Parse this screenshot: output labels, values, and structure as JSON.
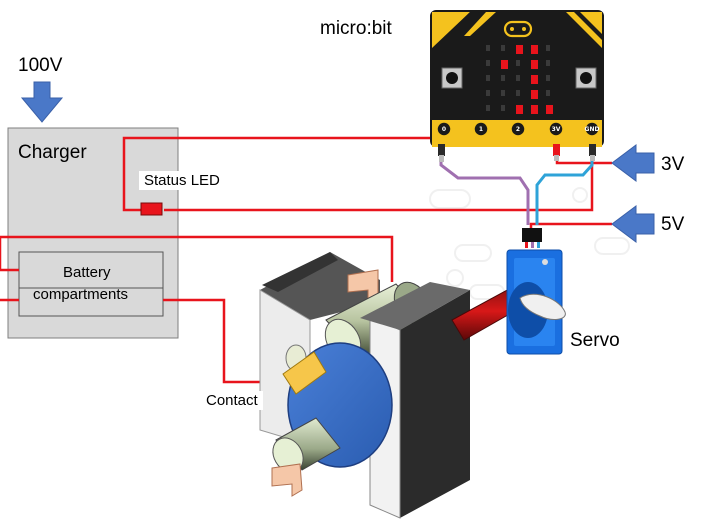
{
  "labels": {
    "microbit": "micro:bit",
    "voltage_in": "100V",
    "charger": "Charger",
    "status_led": "Status LED",
    "battery_line1": "Battery",
    "battery_line2": "compartments",
    "contact": "Contact",
    "servo": "Servo",
    "v3": "3V",
    "v5": "5V"
  },
  "microbit_pins": [
    "0",
    "1",
    "2",
    "3V",
    "GND"
  ],
  "colors": {
    "wire_red": "#e8141c",
    "wire_purple": "#a070b0",
    "wire_cyan": "#2ea3d8",
    "arrow_blue": "#4a78c8",
    "charger_fill": "#d9d9d9",
    "microbit_black": "#1a1a1a",
    "microbit_yellow": "#f4c21e",
    "servo_blue": "#1a6fe0",
    "disc_blue": "#3a6fc8",
    "led_red": "#e8141c"
  },
  "icons": {
    "input_arrow": "arrow-down-icon",
    "supply_arrows": "arrow-left-icon"
  }
}
